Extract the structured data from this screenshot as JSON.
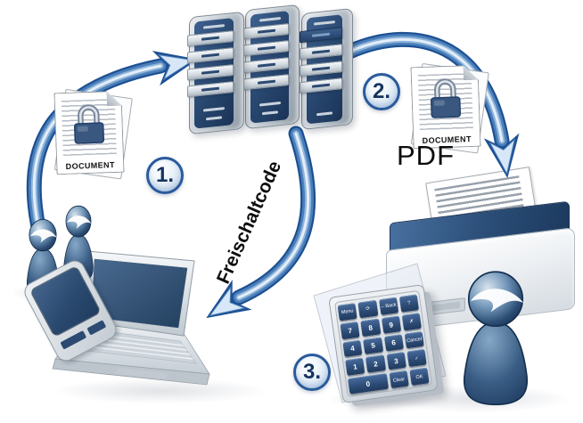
{
  "colors": {
    "background": "#ffffff",
    "arrow_fill": "#4a7fba",
    "arrow_outline": "#1d5092",
    "navy": "#27466e",
    "silver": "#c6cdd4",
    "badge_border": "#2a5a9c",
    "text_black": "#0e0e0e"
  },
  "steps": [
    {
      "label": "1."
    },
    {
      "label": "2."
    },
    {
      "label": "3."
    }
  ],
  "documents": {
    "source": {
      "label": "DOCUMENT"
    },
    "pdf": {
      "label": "DOCUMENT",
      "caption": "PDF"
    }
  },
  "arrows": {
    "code_label": "Freischaltcode"
  },
  "keypad": {
    "keys": [
      {
        "label": "Menu"
      },
      {
        "label": "⟳"
      },
      {
        "label": "←Back"
      },
      {
        "label": "?"
      },
      {
        "label": "7"
      },
      {
        "label": "8"
      },
      {
        "label": "9"
      },
      {
        "label": "✗"
      },
      {
        "label": "4"
      },
      {
        "label": "5"
      },
      {
        "label": "6"
      },
      {
        "label": "Cancel"
      },
      {
        "label": "1"
      },
      {
        "label": "2"
      },
      {
        "label": "3"
      },
      {
        "label": "✓"
      },
      {
        "label": "0"
      },
      {
        "label": "Clear"
      },
      {
        "label": "OK"
      }
    ]
  },
  "icons": {
    "lock-icon": "padlock (svg shape)",
    "person-icon": "person figure (svg shape)",
    "check-icon": "✓",
    "cross-icon": "✗",
    "back-icon": "←",
    "refresh-icon": "⟳"
  }
}
